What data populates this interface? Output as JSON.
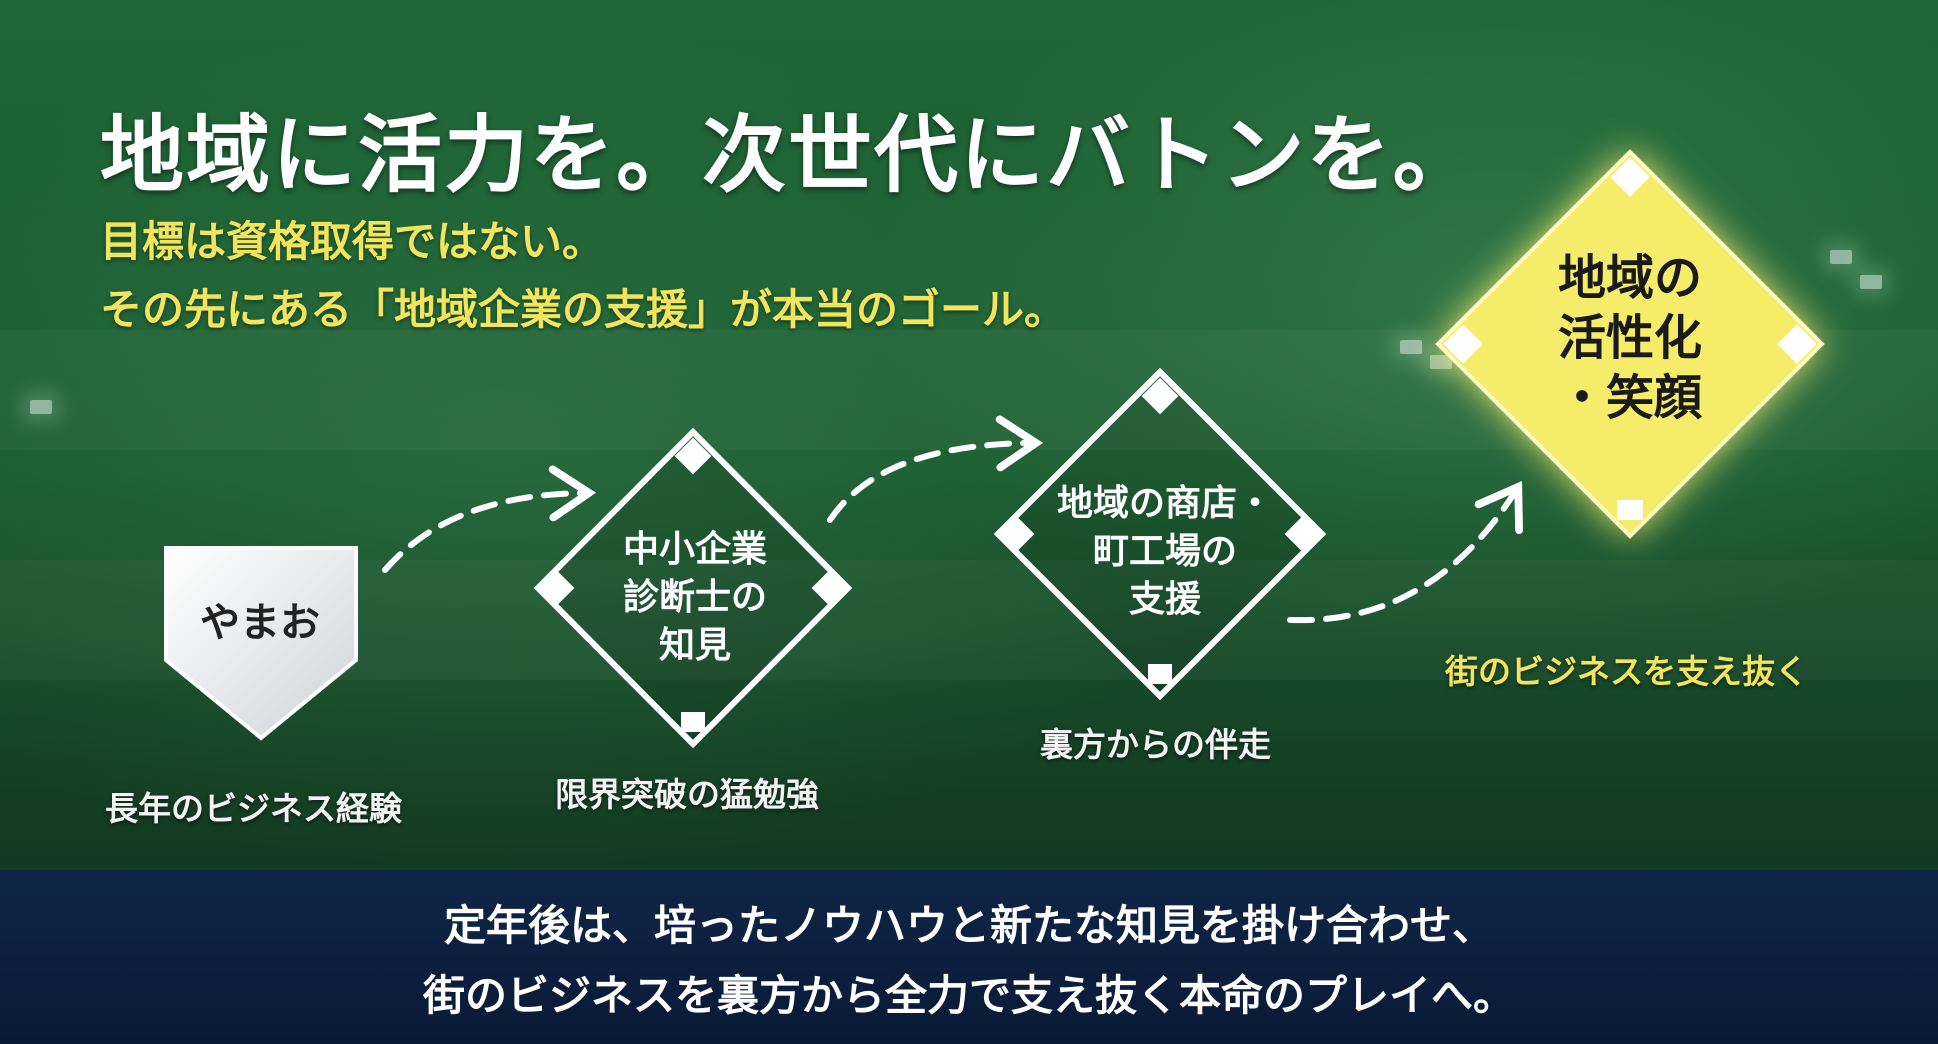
{
  "headline": "地域に活力を。次世代にバトンを。",
  "subheadline": {
    "line1": "目標は資格取得ではない。",
    "line2": "その先にある「地域企業の支援」が本当のゴール。"
  },
  "diagram": {
    "home": {
      "label": "やまお",
      "caption": "長年のビジネス経験"
    },
    "node1": {
      "label_lines": [
        "中小企業",
        "診断士の",
        "知見"
      ],
      "caption": "限界突破の猛勉強"
    },
    "node2": {
      "label_lines": [
        "地域の商店・",
        "町工場の",
        "支援"
      ],
      "caption": "裏方からの伴走"
    },
    "goal": {
      "label_lines": [
        "地域の",
        "活性化",
        "・笑顔"
      ],
      "caption": "街のビジネスを支え抜く"
    }
  },
  "footer": {
    "line1": "定年後は、培ったノウハウと新たな知見を掛け合わせ、",
    "line2": "街のビジネスを裏方から全力で支え抜く本命のプレイへ。"
  },
  "colors": {
    "field_green": "#1b5a30",
    "accent_yellow": "#f2e45c",
    "goal_diamond": "#f5ec6a",
    "footer_navy": "#0f2547",
    "headline_text": "#ffffff"
  },
  "icons": [
    "home-plate-icon",
    "base-diamond-icon",
    "dashed-arrow-icon",
    "base-marker-icon"
  ]
}
